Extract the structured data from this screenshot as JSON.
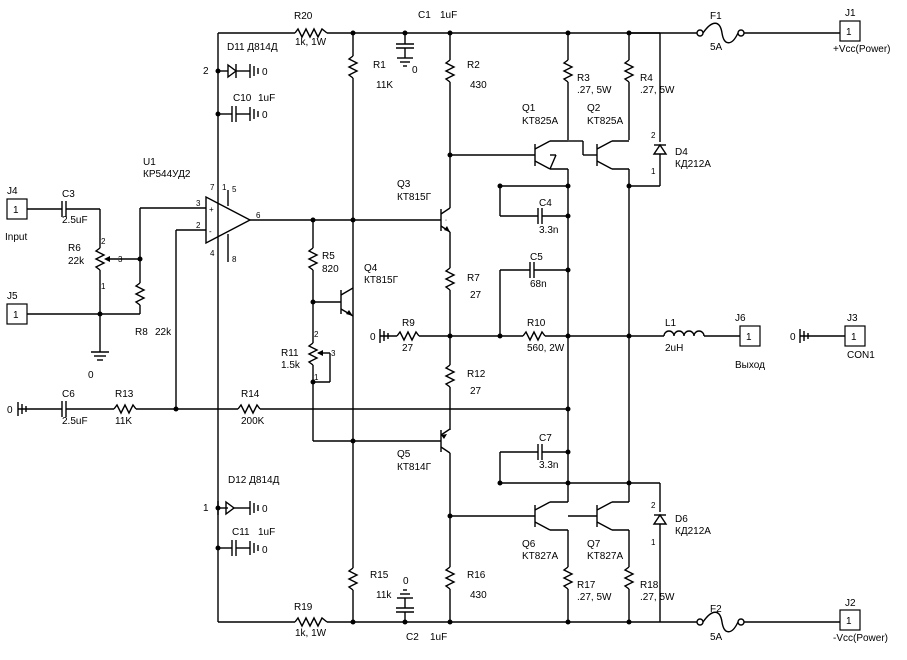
{
  "labels": {
    "R20": "R20",
    "R20v": "1k, 1W",
    "C1": "C1",
    "C1v": "1uF",
    "D11": "D11 Д814Д",
    "C10": "C10",
    "C10v": "1uF",
    "R1": "R1",
    "R1v": "11K",
    "R2": "R2",
    "R2v": "430",
    "R3": "R3",
    "R3v": ".27, 5W",
    "R4": "R4",
    "R4v": ".27, 5W",
    "F1": "F1",
    "F1v": "5A",
    "J1": "J1",
    "J1v": "1",
    "J1n": "+Vcc(Power)",
    "Q1": "Q1",
    "Q1v": "KT825A",
    "Q2": "Q2",
    "Q2v": "KT825A",
    "D4": "D4",
    "D4v": "КД212А",
    "U1": "U1",
    "U1v": "КР544УД2",
    "Q3": "Q3",
    "Q3v": "КТ815Г",
    "C4": "C4",
    "C4v": "3.3n",
    "J4": "J4",
    "J4v": "1",
    "J4n": "Input",
    "C3": "C3",
    "C3v": "2.5uF",
    "R6": "R6",
    "R6v": "22k",
    "R5": "R5",
    "R5v": "820",
    "Q4": "Q4",
    "Q4v": "КТ815Г",
    "R7": "R7",
    "R7v": "27",
    "C5": "C5",
    "C5v": "68n",
    "J5": "J5",
    "J5v": "1",
    "R8": "R8",
    "R8v": "22k",
    "R9": "R9",
    "R9v": "27",
    "R10": "R10",
    "R10v": "560, 2W",
    "L1": "L1",
    "L1v": "2uH",
    "J6": "J6",
    "J6v": "1",
    "J6n": "Выход",
    "J3": "J3",
    "J3v": "1",
    "J3n": "CON1",
    "R11": "R11",
    "R11v": "1.5k",
    "R12": "R12",
    "R12v": "27",
    "C6": "C6",
    "C6v": "2.5uF",
    "R13": "R13",
    "R13v": "11K",
    "R14": "R14",
    "R14v": "200K",
    "C7": "C7",
    "C7v": "3.3n",
    "Q5": "Q5",
    "Q5v": "КТ814Г",
    "D12": "D12 Д814Д",
    "C11": "C11",
    "C11v": "1uF",
    "Q6": "Q6",
    "Q6v": "KT827A",
    "Q7": "Q7",
    "Q7v": "KT827A",
    "D6": "D6",
    "D6v": "КД212А",
    "R15": "R15",
    "R15v": "11k",
    "R16": "R16",
    "R16v": "430",
    "R17": "R17",
    "R17v": ".27, 5W",
    "R18": "R18",
    "R18v": ".27, 5W",
    "R19": "R19",
    "R19v": "1k, 1W",
    "C2": "C2",
    "C2v": "1uF",
    "F2": "F2",
    "F2v": "5A",
    "J2": "J2",
    "J2v": "1",
    "J2n": "-Vcc(Power)"
  },
  "pins": {
    "p2": "2",
    "p1": "1",
    "p3": "3",
    "p0": "0",
    "p6": "6",
    "p7": "7",
    "p4": "4",
    "p5": "5",
    "p8": "8",
    "pplus": "+",
    "pminus": "-"
  }
}
